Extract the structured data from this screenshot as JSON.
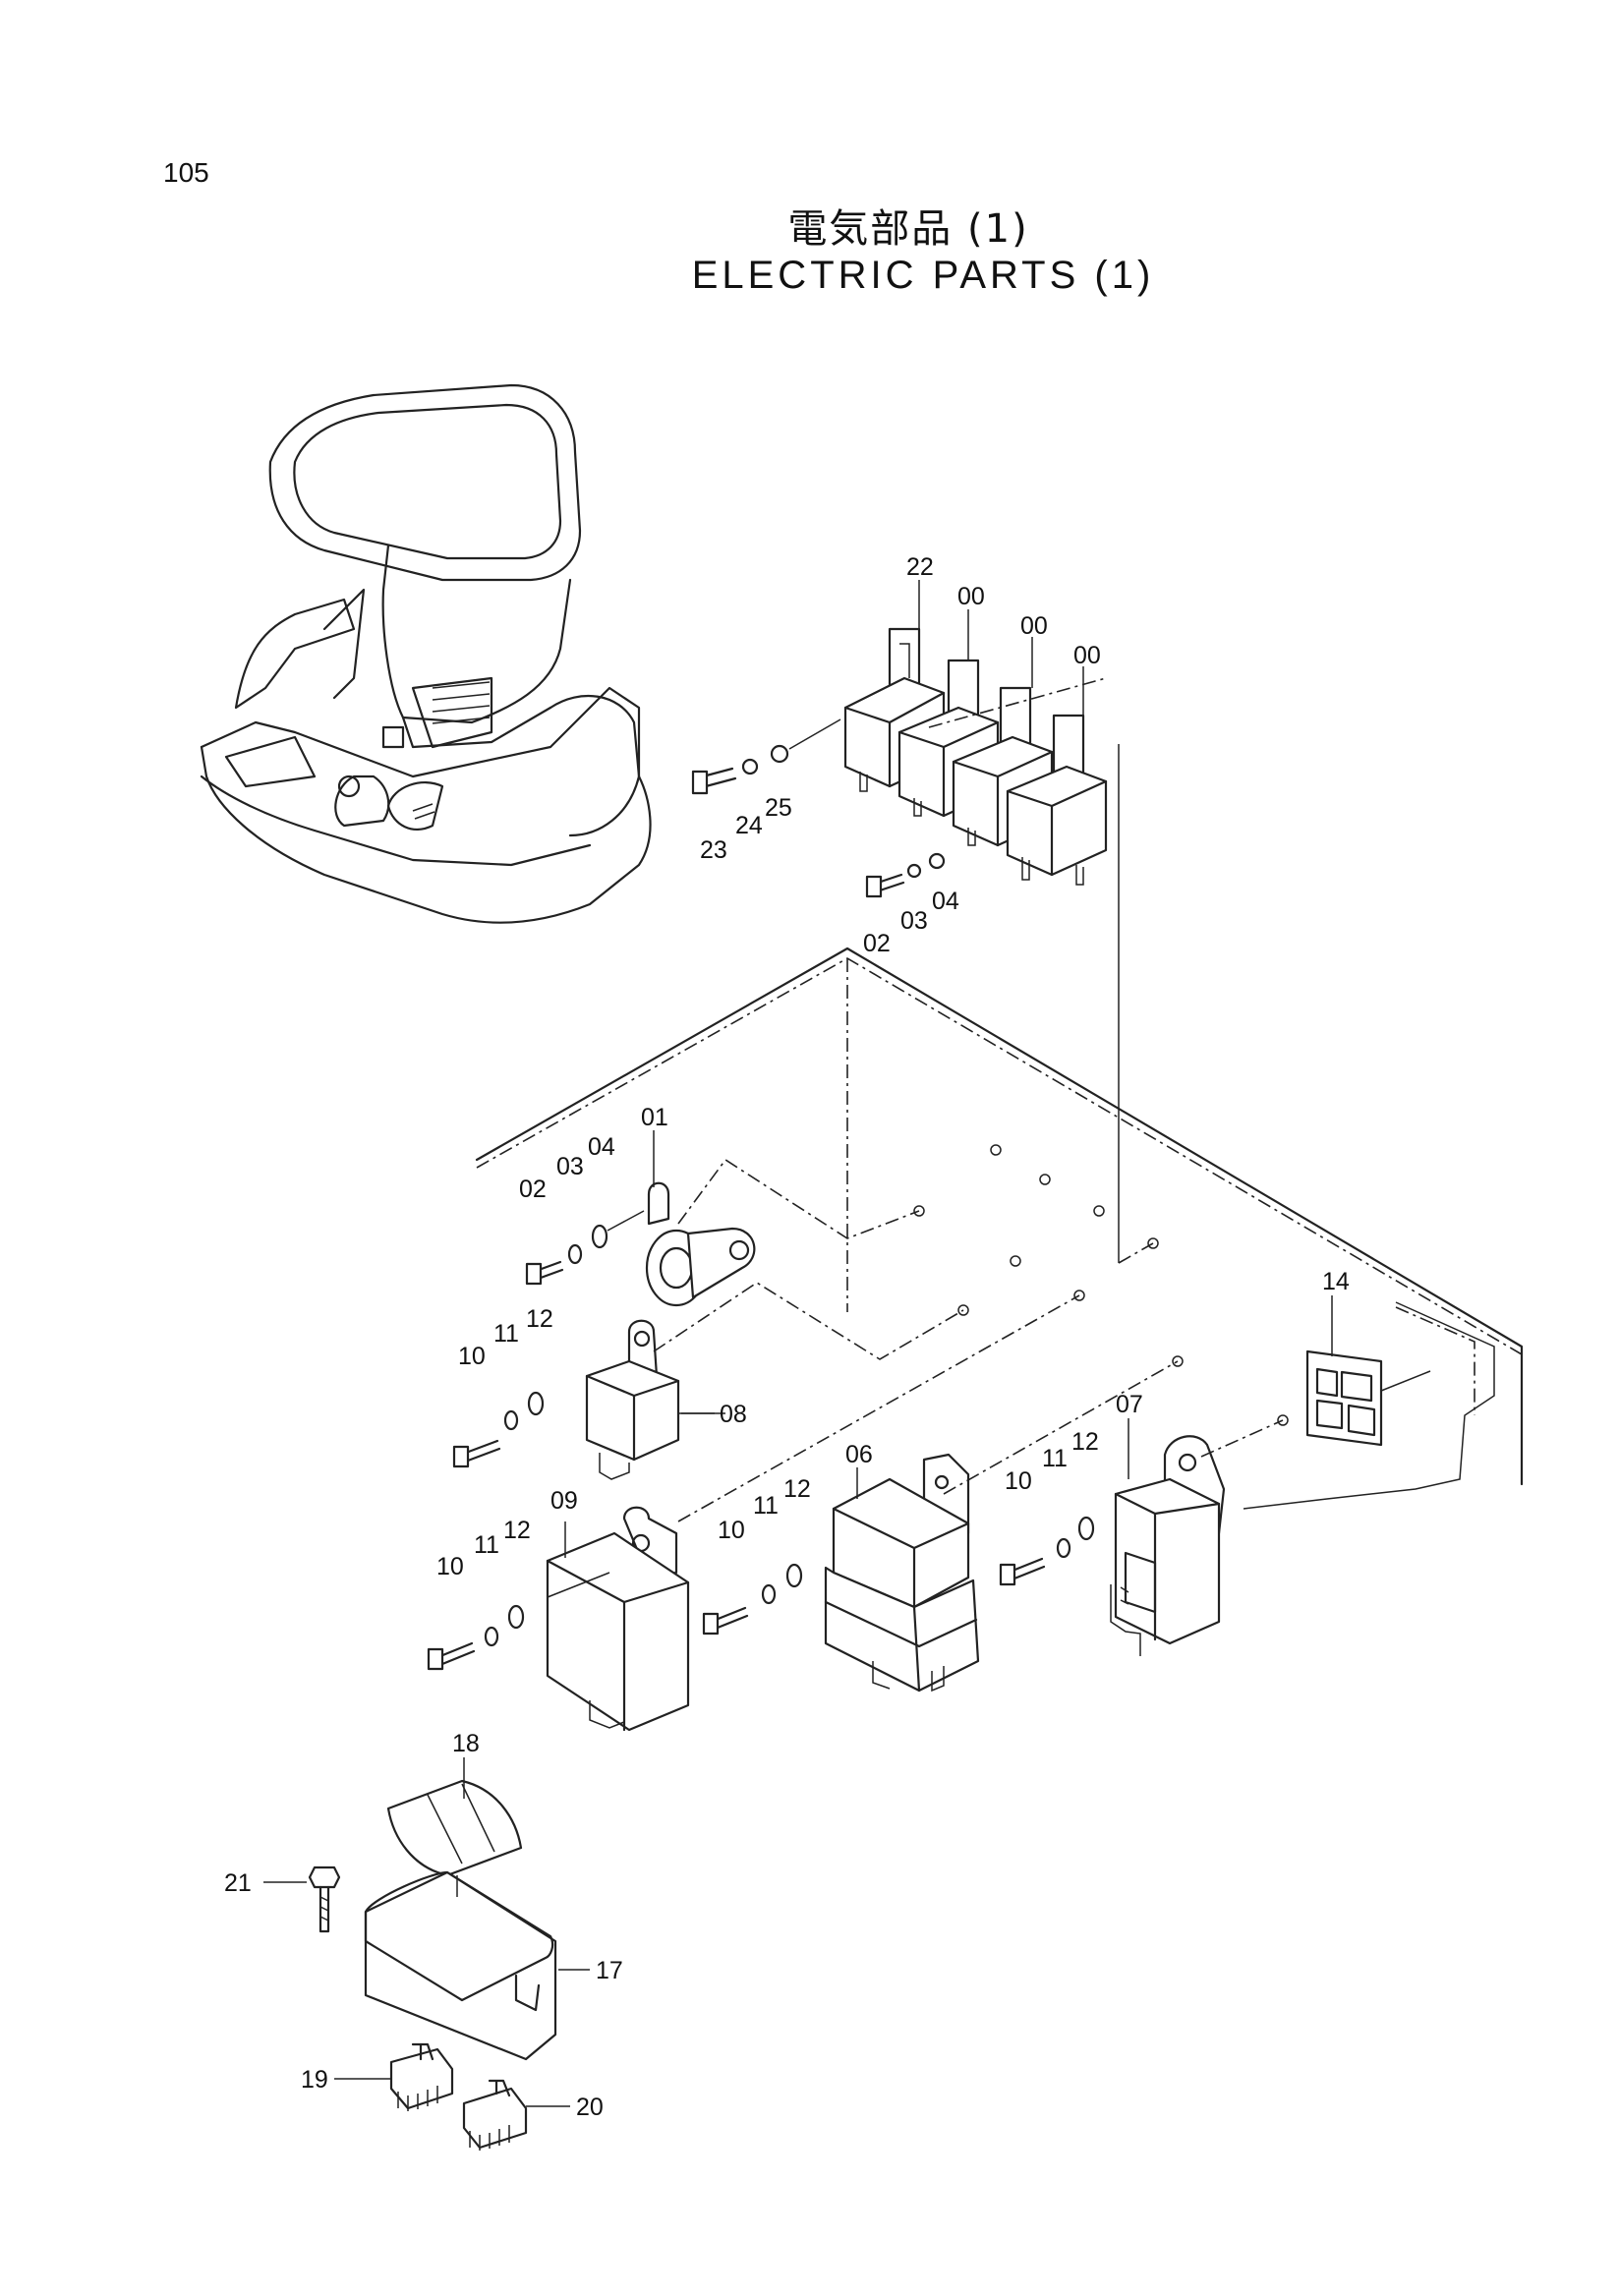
{
  "page_number": "105",
  "title_jp": "電気部品 (1)",
  "title_en": "ELECTRIC PARTS (1)",
  "callouts": {
    "c22": "22",
    "c00a": "00",
    "c00b": "00",
    "c00c": "00",
    "c25": "25",
    "c24": "24",
    "c23": "23",
    "c02a": "02",
    "c03a": "03",
    "c04a": "04",
    "c01": "01",
    "c02b": "02",
    "c03b": "03",
    "c04b": "04",
    "c14": "14",
    "c10a": "10",
    "c11a": "11",
    "c12a": "12",
    "c08": "08",
    "c09": "09",
    "c10b": "10",
    "c11b": "11",
    "c12b": "12",
    "c06": "06",
    "c10c": "10",
    "c11c": "11",
    "c12c": "12",
    "c10d": "10",
    "c11d": "11",
    "c12d": "12",
    "c07": "07",
    "c18": "18",
    "c21": "21",
    "c17": "17",
    "c19": "19",
    "c20": "20"
  }
}
